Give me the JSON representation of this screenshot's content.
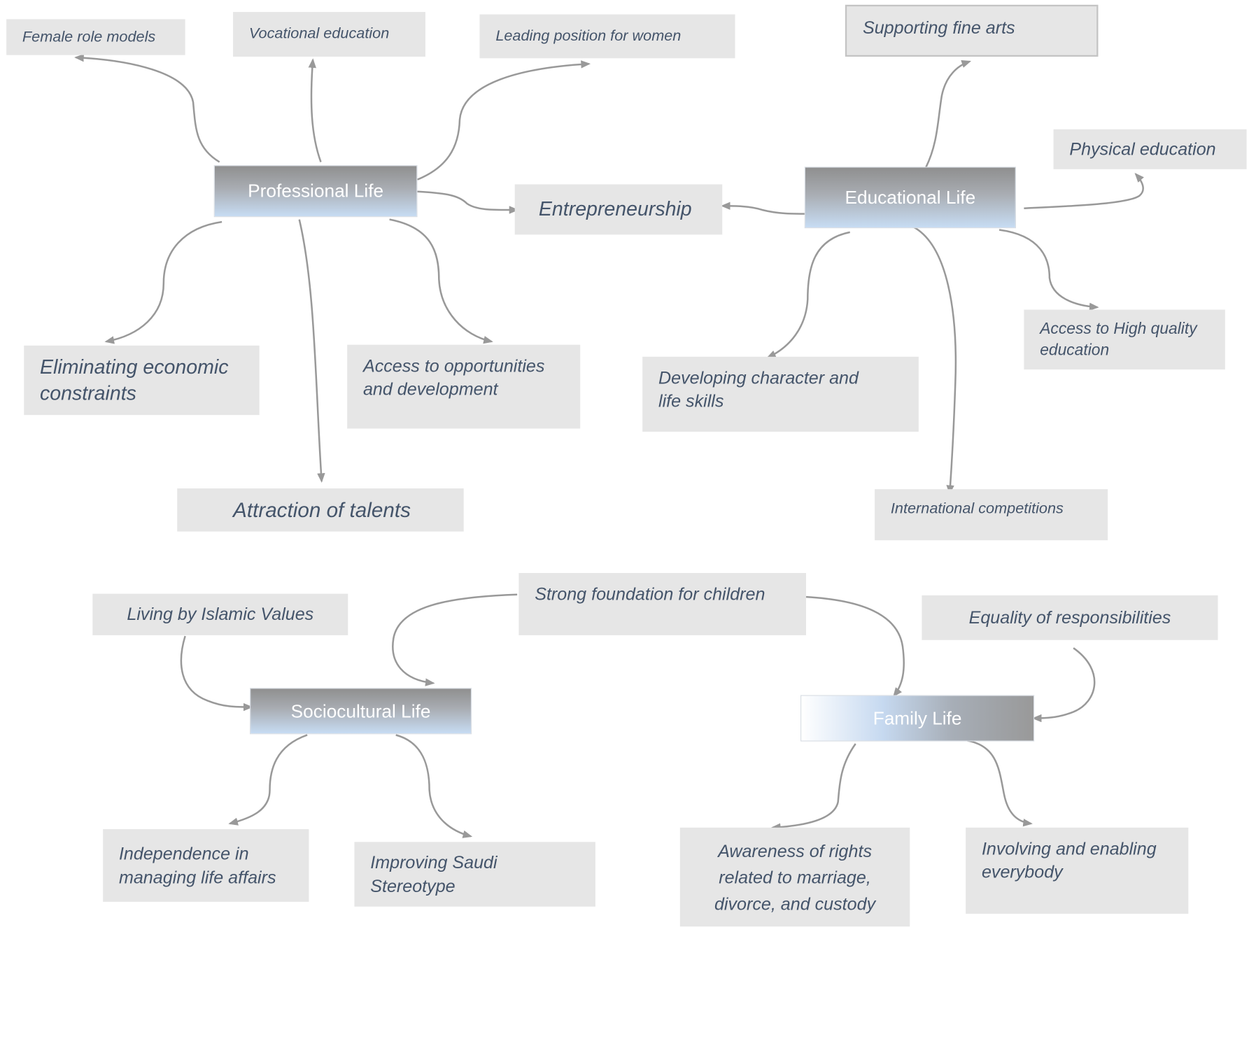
{
  "hubs": {
    "professional": "Professional Life",
    "educational": "Educational Life",
    "sociocultural": "Sociocultural Life",
    "family": "Family Life"
  },
  "nodes": {
    "female_role_models": "Female role models",
    "vocational_education": "Vocational education",
    "leading_position_women": "Leading position for women",
    "supporting_fine_arts": "Supporting fine arts",
    "physical_education": "Physical education",
    "entrepreneurship": "Entrepreneurship",
    "eliminating_economic_l1": "Eliminating economic",
    "eliminating_economic_l2": "constraints",
    "access_opportunities_l1": "Access to opportunities",
    "access_opportunities_l2": "and development",
    "developing_character_l1": "Developing character and",
    "developing_character_l2": "life skills",
    "access_high_quality_l1": "Access to High quality",
    "access_high_quality_l2": "education",
    "attraction_talents": "Attraction of talents",
    "international_competitions": "International competitions",
    "strong_foundation": "Strong foundation for children",
    "living_islamic_values": "Living by Islamic Values",
    "equality_responsibilities": "Equality of responsibilities",
    "independence_l1": "Independence in",
    "independence_l2": "managing life affairs",
    "improving_saudi_l1": "Improving Saudi",
    "improving_saudi_l2": "Stereotype",
    "awareness_l1": "Awareness of rights",
    "awareness_l2": "related to marriage,",
    "awareness_l3": "divorce, and custody",
    "involving_l1": "Involving and enabling",
    "involving_l2": "everybody"
  },
  "colors": {
    "node_fill": "#e6e6e6",
    "node_text": "#44546a",
    "arrow": "#999999",
    "hub_text": "#ffffff",
    "hub_gray": "#999999",
    "hub_blue": "#c6d9f0"
  }
}
